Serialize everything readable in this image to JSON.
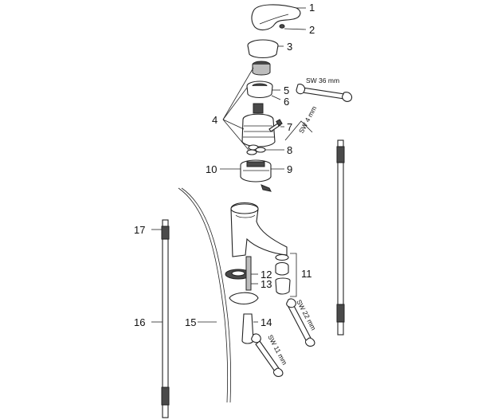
{
  "labels": {
    "p1": "1",
    "p2": "2",
    "p3": "3",
    "p4": "4",
    "p5": "5",
    "p6": "6",
    "p7": "7",
    "p8": "8",
    "p9": "9",
    "p10": "10",
    "p11": "11",
    "p12": "12",
    "p13": "13",
    "p14": "14",
    "p15": "15",
    "p16": "16",
    "p17": "17"
  },
  "tools": {
    "sw36": "SW 36 mm",
    "sw4": "SW 4 mm",
    "sw22": "SW 22 mm",
    "sw11": "SW 11 mm"
  }
}
